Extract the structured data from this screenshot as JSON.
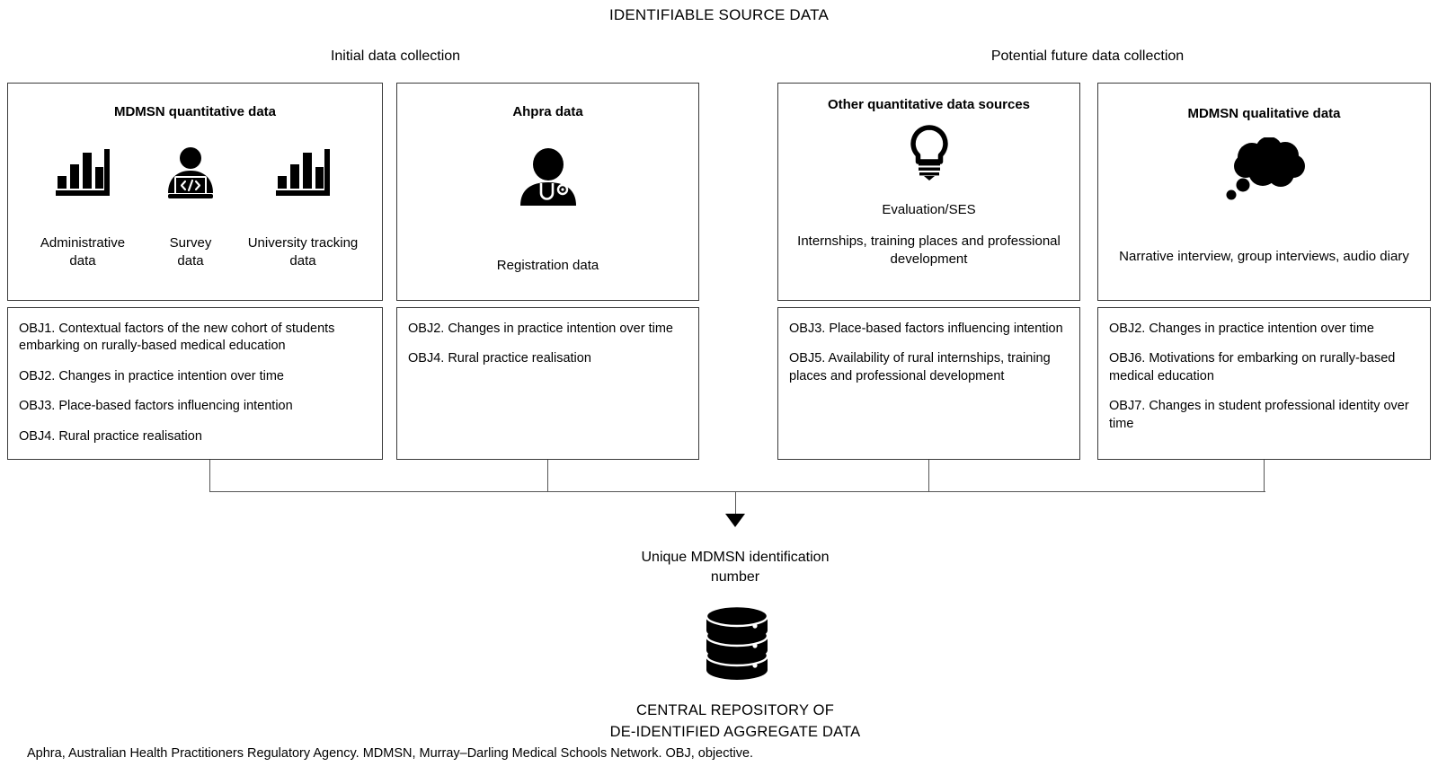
{
  "diagram": {
    "top_title": "IDENTIFIABLE SOURCE DATA",
    "group_labels": {
      "initial": "Initial data collection",
      "future": "Potential future data collection"
    },
    "flow_label": "Unique MDMSN identification\nnumber",
    "flow_label_line1": "Unique MDMSN identification",
    "flow_label_line2": "number",
    "bottom_title_line1": "CENTRAL REPOSITORY OF",
    "bottom_title_line2": "DE-IDENTIFIED AGGREGATE DATA",
    "footnote": "Aphra, Australian Health Practitioners Regulatory Agency. MDMSN, Murray–Darling Medical Schools Network. OBJ, objective.",
    "colors": {
      "stroke": "#3a3a3a",
      "connector": "#555555",
      "icon": "#000000",
      "background": "#ffffff",
      "text": "#000000"
    }
  },
  "columns": [
    {
      "id": "mdmsn-quantitative",
      "group": "initial",
      "source": {
        "title": "MDMSN quantitative data",
        "icons": [
          {
            "name": "bar-chart-icon",
            "caption_line1": "Administrative",
            "caption_line2": "data"
          },
          {
            "name": "person-laptop-code-icon",
            "caption_line1": "Survey",
            "caption_line2": "data"
          },
          {
            "name": "bar-chart-icon",
            "caption_line1": "University tracking",
            "caption_line2": "data"
          }
        ],
        "caption": ""
      },
      "objectives": [
        "OBJ1. Contextual factors of the new cohort of students embarking on rurally-based medical education",
        "OBJ2. Changes in practice intention over time",
        "OBJ3. Place-based factors influencing intention",
        "OBJ4. Rural practice realisation"
      ]
    },
    {
      "id": "ahpra",
      "group": "initial",
      "source": {
        "title": "Ahpra data",
        "icons": [
          {
            "name": "doctor-stethoscope-icon",
            "caption_line1": "",
            "caption_line2": ""
          }
        ],
        "caption": "Registration data"
      },
      "objectives": [
        "OBJ2. Changes in practice intention over time",
        "OBJ4. Rural practice realisation"
      ]
    },
    {
      "id": "other-quantitative",
      "group": "future",
      "source": {
        "title": "Other quantitative data sources",
        "icons": [
          {
            "name": "lightbulb-icon",
            "caption_line1": "",
            "caption_line2": ""
          }
        ],
        "caption_line1": "Evaluation/SES",
        "caption_line2": "Internships, training places and professional development"
      },
      "objectives": [
        "OBJ3. Place-based factors influencing intention",
        "OBJ5. Availability of rural internships, training places and professional development"
      ]
    },
    {
      "id": "mdmsn-qualitative",
      "group": "future",
      "source": {
        "title": "MDMSN qualitative data",
        "icons": [
          {
            "name": "thought-bubble-icon",
            "caption_line1": "",
            "caption_line2": ""
          }
        ],
        "caption": "Narrative interview, group interviews, audio diary"
      },
      "objectives": [
        "OBJ2. Changes in practice intention over time",
        "OBJ6. Motivations for embarking on rurally-based medical education",
        "OBJ7. Changes in student professional identity over time"
      ]
    }
  ]
}
